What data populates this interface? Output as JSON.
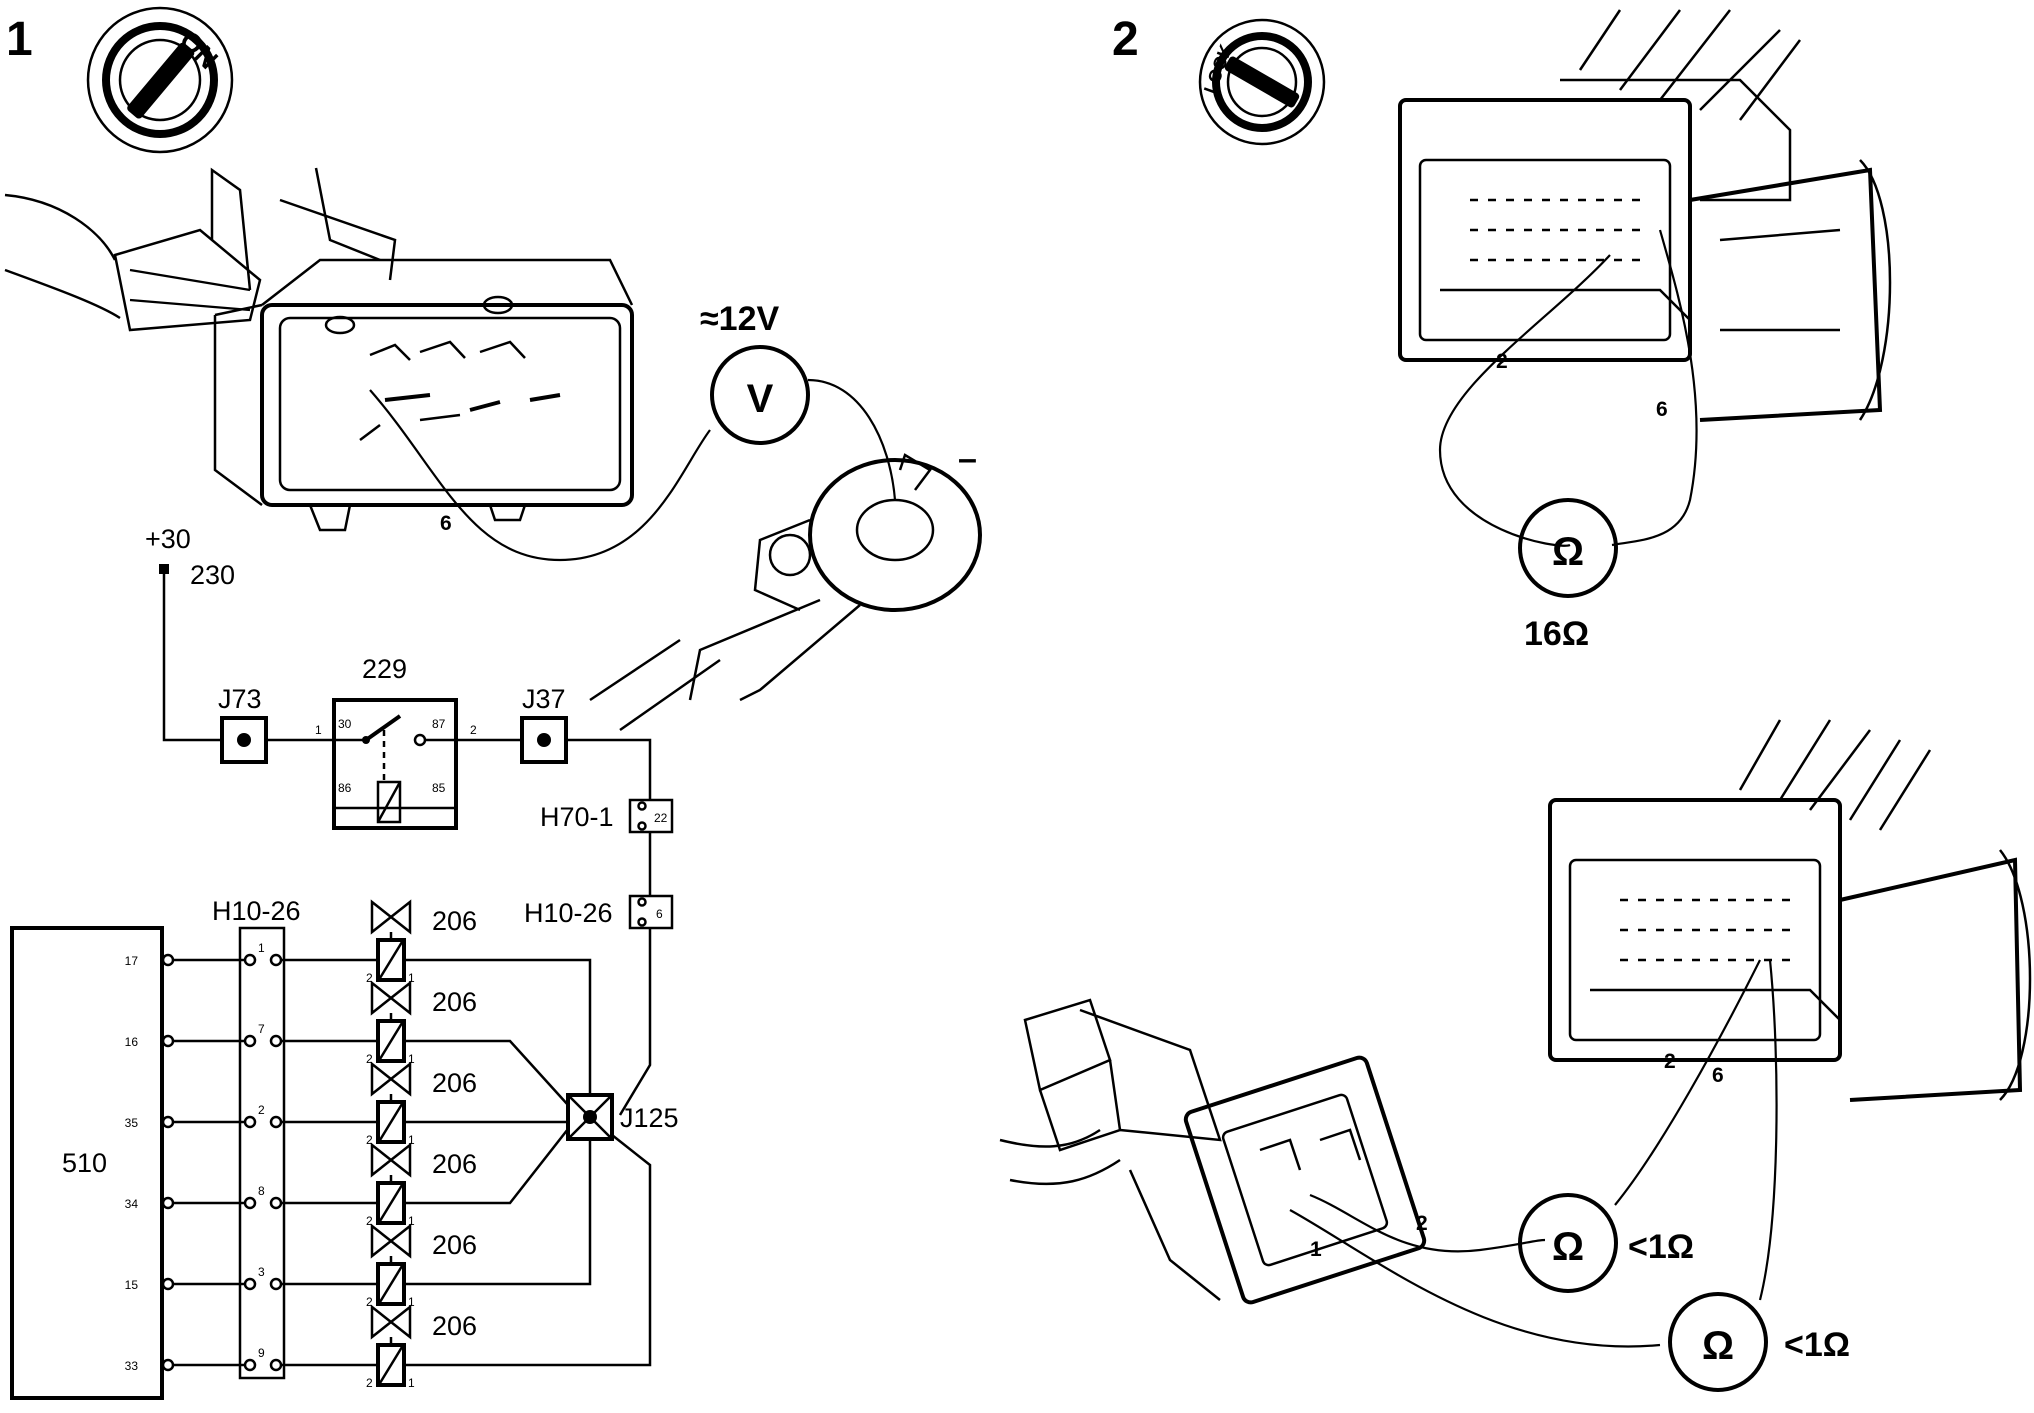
{
  "panels": {
    "panel1_number": "1",
    "panel2_number": "2"
  },
  "ignition": {
    "on_label": "ON",
    "lock_label": "LOCK"
  },
  "voltage_test": {
    "reading": "≈12V",
    "meter_symbol": "V",
    "pin": "6",
    "ground_symbol": "–"
  },
  "circuit": {
    "supply_label": "+30",
    "supply_ref": "230",
    "relay": "229",
    "relay_pins": {
      "p30": "30",
      "p87": "87",
      "p86": "86",
      "p85": "85"
    },
    "relay_in": "1",
    "relay_out": "2",
    "junction_left": "J73",
    "junction_right": "J37",
    "junction_star": "J125",
    "connector_a": "H70-1",
    "connector_a_pin": "22",
    "connector_b": "H10-26",
    "connector_b_pin": "6",
    "connector_strip": "H10-26",
    "ecu": "510",
    "ecu_pins": [
      "17",
      "16",
      "35",
      "34",
      "15",
      "33"
    ],
    "strip_pins": [
      "1",
      "7",
      "2",
      "8",
      "3",
      "9"
    ],
    "injector_label": "206",
    "injector_pin_left": "2",
    "injector_pin_right": "1"
  },
  "resistance_test_1": {
    "meter_symbol": "Ω",
    "reading": "16Ω",
    "pin_a": "2",
    "pin_b": "6"
  },
  "resistance_test_2": {
    "meter_symbol": "Ω",
    "reading_upper": "<1Ω",
    "reading_lower": "<1Ω",
    "harness_pin_a": "2",
    "harness_pin_b": "6",
    "injector_pin_a": "2",
    "injector_pin_b": "1"
  }
}
